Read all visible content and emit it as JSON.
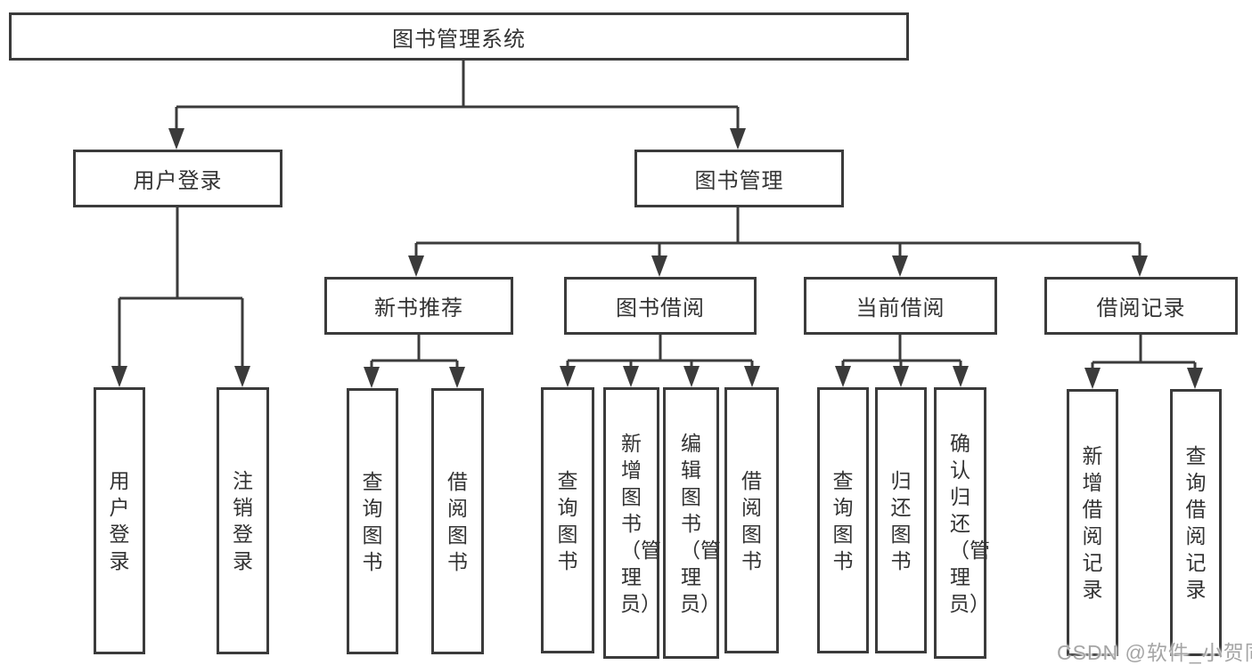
{
  "colors": {
    "line": "#3b3b3b",
    "text": "#333333",
    "box_background": "#ffffff",
    "watermark": "#a5a5a5",
    "page_background": "#ffffff"
  },
  "watermark": {
    "text": "CSDN @软件_小贺同学"
  },
  "diagram": {
    "root": {
      "label": "图书管理系统"
    },
    "level1": [
      {
        "label": "用户登录"
      },
      {
        "label": "图书管理"
      }
    ],
    "level2": [
      {
        "label": "新书推荐",
        "parent": "图书管理"
      },
      {
        "label": "图书借阅",
        "parent": "图书管理"
      },
      {
        "label": "当前借阅",
        "parent": "图书管理"
      },
      {
        "label": "借阅记录",
        "parent": "图书管理"
      }
    ],
    "level3": [
      {
        "label": "用户登录",
        "parent": "用户登录"
      },
      {
        "label": "注销登录",
        "parent": "用户登录"
      },
      {
        "label": "查询图书",
        "parent": "新书推荐"
      },
      {
        "label": "借阅图书",
        "parent": "新书推荐"
      },
      {
        "label": "查询图书",
        "parent": "图书借阅"
      },
      {
        "label": "新增图书（管理员）",
        "parent": "图书借阅"
      },
      {
        "label": "编辑图书（管理员）",
        "parent": "图书借阅"
      },
      {
        "label": "借阅图书",
        "parent": "图书借阅"
      },
      {
        "label": "查询图书",
        "parent": "当前借阅"
      },
      {
        "label": "归还图书",
        "parent": "当前借阅"
      },
      {
        "label": "确认归还（管理员）",
        "parent": "当前借阅"
      },
      {
        "label": "新增借阅记录",
        "parent": "借阅记录"
      },
      {
        "label": "查询借阅记录",
        "parent": "借阅记录"
      }
    ]
  }
}
